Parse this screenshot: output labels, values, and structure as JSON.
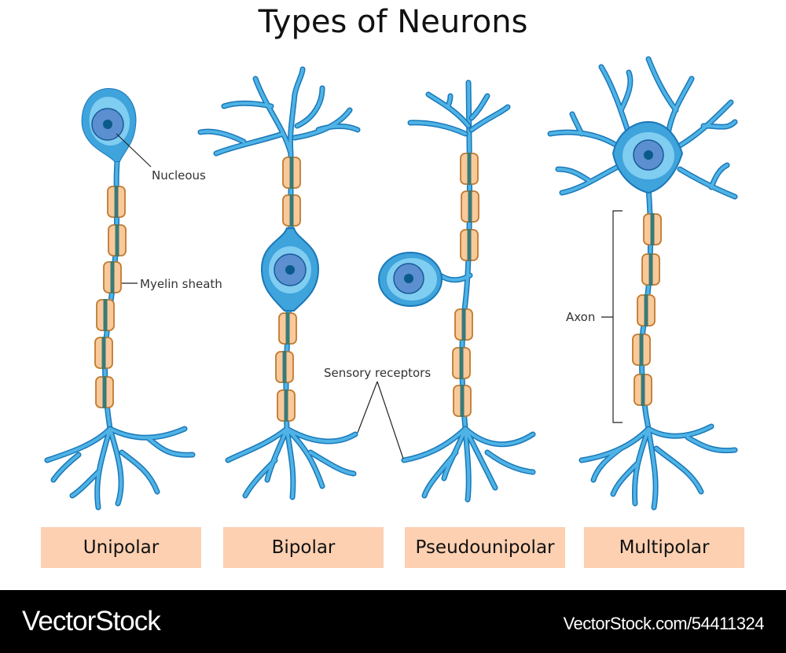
{
  "title": "Types of Neurons",
  "labels": {
    "nucleus": "Nucleous",
    "myelin": "Myelin sheath",
    "sensory": "Sensory receptors",
    "axon": "Axon"
  },
  "neuron_types": [
    "Unipolar",
    "Bipolar",
    "Pseudounipolar",
    "Multipolar"
  ],
  "footer": {
    "brand": "VectorStock",
    "ref": "VectorStock.com/54411324"
  },
  "colors": {
    "membrane": "#3fa3dc",
    "cytoplasm": "#7fcdf0",
    "nucleus": "#5b8fd0",
    "myelin": "#f9c99a",
    "label_box": "#fdd0b1"
  }
}
